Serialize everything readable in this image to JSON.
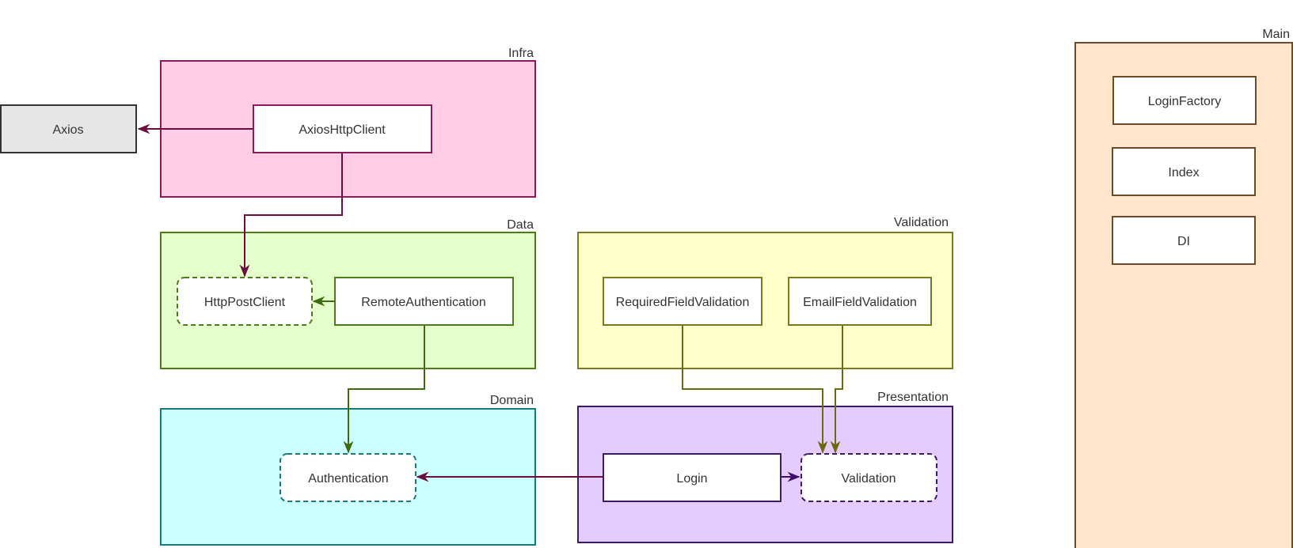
{
  "colors": {
    "infra_fill": "#ffcce6",
    "infra_stroke": "#8b1a5b",
    "data_fill": "#e5ffcc",
    "data_stroke": "#4d7a1a",
    "domain_fill": "#ccffff",
    "domain_stroke": "#1a7a7a",
    "validation_fill": "#ffffcc",
    "validation_stroke": "#7a7a1a",
    "presentation_fill": "#e5ccff",
    "presentation_stroke": "#3d1a6b",
    "main_fill": "#ffe5cc",
    "main_stroke": "#6b4a26",
    "external_fill": "#e6e6e6",
    "external_stroke": "#333333",
    "arrow_infra": "#6b0d3d",
    "arrow_data": "#3d6b0d",
    "arrow_validation": "#6b6b0d",
    "arrow_presentation": "#3d0d6b"
  },
  "groups": {
    "infra": "Infra",
    "data": "Data",
    "domain": "Domain",
    "validation": "Validation",
    "presentation": "Presentation",
    "main": "Main"
  },
  "nodes": {
    "axios": "Axios",
    "axios_http_client": "AxiosHttpClient",
    "http_post_client": "HttpPostClient",
    "remote_authentication": "RemoteAuthentication",
    "authentication": "Authentication",
    "required_field_validation": "RequiredFieldValidation",
    "email_field_validation": "EmailFieldValidation",
    "login": "Login",
    "validation": "Validation",
    "login_factory": "LoginFactory",
    "index": "Index",
    "di": "DI"
  },
  "edges": [
    {
      "from": "axios_http_client",
      "to": "axios"
    },
    {
      "from": "axios_http_client",
      "to": "http_post_client"
    },
    {
      "from": "remote_authentication",
      "to": "http_post_client"
    },
    {
      "from": "remote_authentication",
      "to": "authentication"
    },
    {
      "from": "login",
      "to": "authentication"
    },
    {
      "from": "login",
      "to": "validation"
    },
    {
      "from": "required_field_validation",
      "to": "validation"
    },
    {
      "from": "email_field_validation",
      "to": "validation"
    }
  ]
}
